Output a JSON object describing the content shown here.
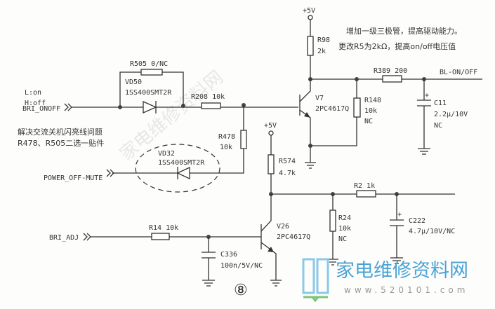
{
  "notes": {
    "hl_1": "H:off",
    "hl_2": "L:on",
    "fix_1": "解决交流关机闪亮线问题",
    "fix_2": "R478、R505二选一贴件",
    "add_1": "增加一级三极管，提高驱动能力。",
    "add_2": "更改R5为2kΩ，提高on/off电压值"
  },
  "signals": {
    "bri_onoff": "BRI_ONOFF",
    "power_off_mute": "POWER_OFF-MUTE",
    "bri_adj": "BRI_ADJ",
    "bl_onoff": "BL-ON/OFF",
    "vcc1": "+5V",
    "vcc2": "+5V"
  },
  "components": {
    "r505": "R505 0/NC",
    "vd50_ref": "VD50",
    "vd50_part": "1SS400SMT2R",
    "r208": "R208 10k",
    "r478_ref": "R478",
    "r478_val": "10k",
    "vd32_ref": "VD32",
    "vd32_part": "1SS400SMT2R",
    "r98_ref": "R98",
    "r98_val": "2k",
    "v7_ref": "V7",
    "v7_part": "2PC4617Q",
    "r148_ref": "R148",
    "r148_val": "10k",
    "r148_nc": "NC",
    "r389": "R389 200",
    "c11_ref": "C11",
    "c11_val": "2.2μ/10V",
    "c11_nc": "NC",
    "r574_ref": "R574",
    "r574_val": "4.7k",
    "r2": "R2 1k",
    "r24_ref": "R24",
    "r24_val": "10k",
    "r24_nc": "NC",
    "c222_ref": "C222",
    "c222_val": "4.7μ/10V/NC",
    "r14": "R14 10k",
    "c336_ref": "C336",
    "c336_val": "100n/5V/NC",
    "v26_ref": "V26",
    "v26_part": "2PC4617Q"
  },
  "figure_number": "⑧",
  "watermark": {
    "logo_text": "家电维修资料网",
    "url": "www.520101.com"
  }
}
